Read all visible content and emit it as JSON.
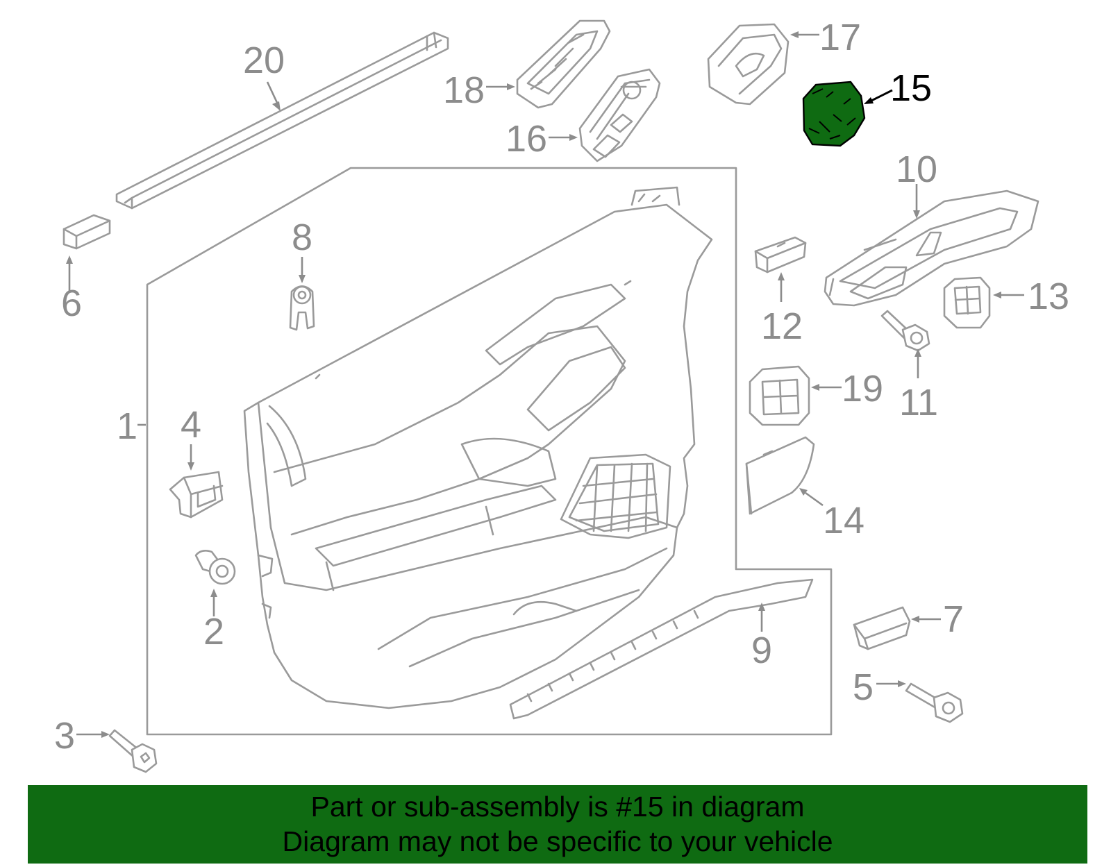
{
  "colors": {
    "line": "#9a9a9a",
    "label": "#8c8c8c",
    "highlight_part": "#0f6b12",
    "highlight_label": "#000000",
    "banner": "#0f6b12",
    "panel_fill": "#f8f8f8"
  },
  "highlighted_part": "15",
  "callouts": [
    {
      "id": "1",
      "label": "1"
    },
    {
      "id": "2",
      "label": "2"
    },
    {
      "id": "3",
      "label": "3"
    },
    {
      "id": "4",
      "label": "4"
    },
    {
      "id": "5",
      "label": "5"
    },
    {
      "id": "6",
      "label": "6"
    },
    {
      "id": "7",
      "label": "7"
    },
    {
      "id": "8",
      "label": "8"
    },
    {
      "id": "9",
      "label": "9"
    },
    {
      "id": "10",
      "label": "10"
    },
    {
      "id": "11",
      "label": "11"
    },
    {
      "id": "12",
      "label": "12"
    },
    {
      "id": "13",
      "label": "13"
    },
    {
      "id": "14",
      "label": "14"
    },
    {
      "id": "15",
      "label": "15"
    },
    {
      "id": "16",
      "label": "16"
    },
    {
      "id": "17",
      "label": "17"
    },
    {
      "id": "18",
      "label": "18"
    },
    {
      "id": "19",
      "label": "19"
    },
    {
      "id": "20",
      "label": "20"
    }
  ],
  "banner": {
    "line1": "Part or sub-assembly is #15 in diagram",
    "line2": "Diagram may not be specific to your vehicle"
  }
}
